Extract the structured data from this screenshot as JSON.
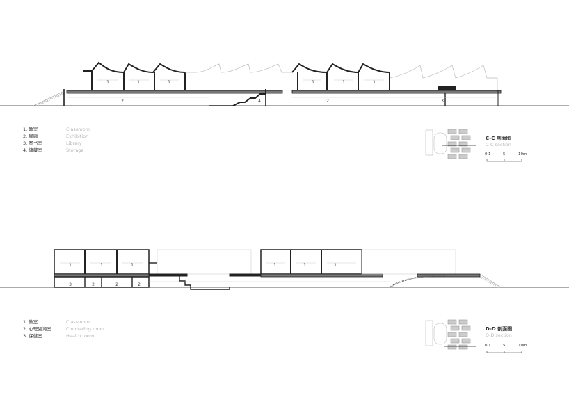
{
  "sections": [
    {
      "id": "cc",
      "title_cn": "C-C 剖面图",
      "title_en": "C-C section",
      "legend": [
        {
          "cn": "1. 教室",
          "en": "Classroom"
        },
        {
          "cn": "2. 展廊",
          "en": "Exhibition"
        },
        {
          "cn": "3. 图书室",
          "en": "Library"
        },
        {
          "cn": "4. 储藏室",
          "en": "Storage"
        }
      ],
      "scale": {
        "ticks": [
          "0",
          "1",
          "5",
          "10m"
        ]
      },
      "room_labels": [
        "1",
        "1",
        "1",
        "2",
        "4",
        "1",
        "1",
        "1",
        "2",
        "3"
      ]
    },
    {
      "id": "dd",
      "title_cn": "D-D 剖面图",
      "title_en": "D-D section",
      "legend": [
        {
          "cn": "1. 教室",
          "en": "Classroom"
        },
        {
          "cn": "2. 心理咨询室",
          "en": "Counseling room"
        },
        {
          "cn": "3. 保健室",
          "en": "Health room"
        }
      ],
      "scale": {
        "ticks": [
          "0",
          "1",
          "5",
          "10m"
        ]
      },
      "room_labels": [
        "1",
        "1",
        "1",
        "1",
        "1",
        "1",
        "3",
        "2",
        "2",
        "2"
      ]
    }
  ]
}
